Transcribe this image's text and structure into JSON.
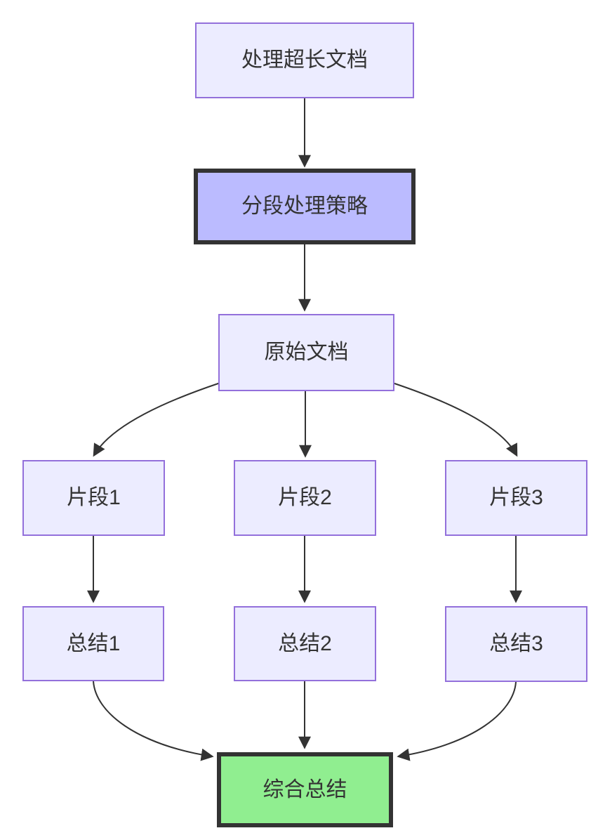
{
  "diagram": {
    "type": "flowchart",
    "direction": "top-down",
    "nodes": [
      {
        "id": "A",
        "label": "处理超长文档",
        "shape": "rect",
        "fill": "#ECECFF",
        "border": "#9370DB",
        "border_width": 2
      },
      {
        "id": "B",
        "label": "分段处理策略",
        "shape": "rect",
        "fill": "#BBBBFF",
        "border": "#333333",
        "border_width": 6
      },
      {
        "id": "C",
        "label": "原始文档",
        "shape": "rect",
        "fill": "#ECECFF",
        "border": "#9370DB",
        "border_width": 2
      },
      {
        "id": "D1",
        "label": "片段1",
        "shape": "rect",
        "fill": "#ECECFF",
        "border": "#9370DB",
        "border_width": 2
      },
      {
        "id": "D2",
        "label": "片段2",
        "shape": "rect",
        "fill": "#ECECFF",
        "border": "#9370DB",
        "border_width": 2
      },
      {
        "id": "D3",
        "label": "片段3",
        "shape": "rect",
        "fill": "#ECECFF",
        "border": "#9370DB",
        "border_width": 2
      },
      {
        "id": "E1",
        "label": "总结1",
        "shape": "rect",
        "fill": "#ECECFF",
        "border": "#9370DB",
        "border_width": 2
      },
      {
        "id": "E2",
        "label": "总结2",
        "shape": "rect",
        "fill": "#ECECFF",
        "border": "#9370DB",
        "border_width": 2
      },
      {
        "id": "E3",
        "label": "总结3",
        "shape": "rect",
        "fill": "#ECECFF",
        "border": "#9370DB",
        "border_width": 2
      },
      {
        "id": "F",
        "label": "综合总结",
        "shape": "rect",
        "fill": "#90EE90",
        "border": "#333333",
        "border_width": 6
      }
    ],
    "edges": [
      {
        "from": "A",
        "to": "B",
        "arrow": "filled-triangle"
      },
      {
        "from": "B",
        "to": "C",
        "arrow": "filled-triangle"
      },
      {
        "from": "C",
        "to": "D1",
        "arrow": "filled-triangle"
      },
      {
        "from": "C",
        "to": "D2",
        "arrow": "filled-triangle"
      },
      {
        "from": "C",
        "to": "D3",
        "arrow": "filled-triangle"
      },
      {
        "from": "D1",
        "to": "E1",
        "arrow": "filled-triangle"
      },
      {
        "from": "D2",
        "to": "E2",
        "arrow": "filled-triangle"
      },
      {
        "from": "D3",
        "to": "E3",
        "arrow": "filled-triangle"
      },
      {
        "from": "E1",
        "to": "F",
        "arrow": "filled-triangle"
      },
      {
        "from": "E2",
        "to": "F",
        "arrow": "filled-triangle"
      },
      {
        "from": "E3",
        "to": "F",
        "arrow": "filled-triangle"
      }
    ],
    "colors": {
      "background": "#FFFFFF",
      "node_fill": "#ECECFF",
      "node_border": "#9370DB",
      "highlight_fill": "#BBBBFF",
      "final_fill": "#90EE90",
      "emphasis_border": "#333333",
      "edge": "#333333",
      "text": "#333333"
    }
  }
}
